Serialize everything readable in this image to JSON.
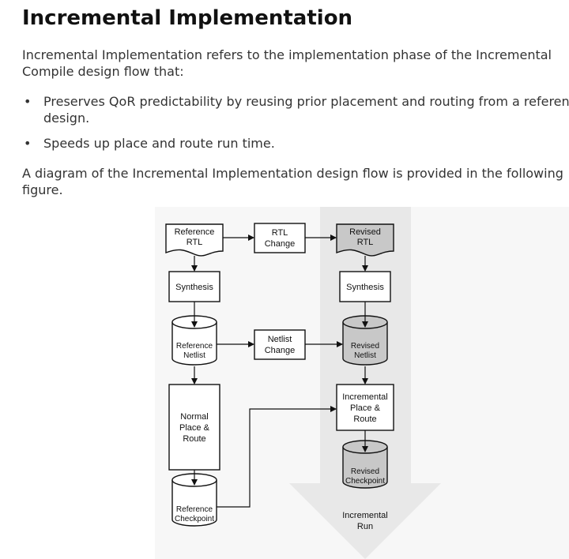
{
  "heading": "Incremental Implementation",
  "intro": {
    "line1": "Incremental Implementation refers to the implementation phase of the Incremental",
    "line2": "Compile design flow that:"
  },
  "bullets": [
    {
      "line1": "Preserves QoR predictability by reusing prior placement and routing from a referenc",
      "line2": "design."
    },
    {
      "line1": "Speeds up place and route run time.",
      "line2": ""
    }
  ],
  "bullet_symbol": "•",
  "figure_intro": {
    "line1": "A diagram of the Incremental Implementation design flow is provided in the following",
    "line2": "figure."
  },
  "diagram": {
    "reference_rtl": [
      "Reference",
      "RTL"
    ],
    "rtl_change": [
      "RTL",
      "Change"
    ],
    "revised_rtl": [
      "Revised",
      "RTL"
    ],
    "synthesis_left": "Synthesis",
    "synthesis_right": "Synthesis",
    "reference_netlist": [
      "Reference",
      "Netlist"
    ],
    "netlist_change": [
      "Netlist",
      "Change"
    ],
    "revised_netlist": [
      "Revised",
      "Netlist"
    ],
    "normal_place_route": [
      "Normal",
      "Place &",
      "Route"
    ],
    "incremental_place_route": [
      "Incremental",
      "Place &",
      "Route"
    ],
    "revised_checkpoint": [
      "Revised",
      "Checkpoint"
    ],
    "reference_checkpoint": [
      "Reference",
      "Checkpoint"
    ],
    "incremental_run": [
      "Incremental",
      "Run"
    ]
  },
  "colors": {
    "figure_bg": "#f7f7f7",
    "big_arrow": "#e8e8e8",
    "revised_fill": "#c8c8c8",
    "stroke": "#111111"
  }
}
